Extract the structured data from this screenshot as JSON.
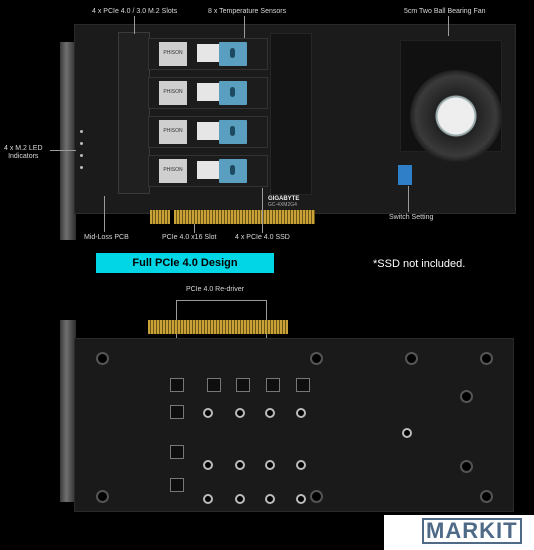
{
  "callouts": {
    "slots": "4 x PCIe 4.0 / 3.0 M.2 Slots",
    "sensors": "8 x Temperature Sensors",
    "fan": "5cm Two Ball Bearing Fan",
    "led": "4 x M.2 LED\nIndicators",
    "switch": "Switch Setting",
    "pcb": "Mid-Loss PCB",
    "x16": "PCIe 4.0 x16 Slot",
    "ssd": "4 x PCIe 4.0 SSD",
    "redriver": "PCIe 4.0 Re-driver"
  },
  "banner": "Full PCIe 4.0 Design",
  "note": "*SSD not included.",
  "board_print": {
    "brand": "GIGABYTE",
    "model": "GC-4XM2G4",
    "ssd_chip": "PHISON"
  },
  "watermark": "MARKIT",
  "colors": {
    "banner_bg": "#00d6e6",
    "sensor": "#5a9fbf",
    "switch": "#2f7fc8"
  }
}
